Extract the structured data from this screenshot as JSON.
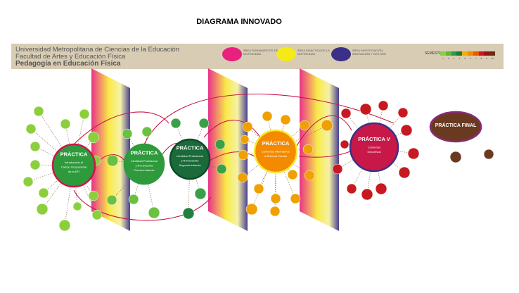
{
  "title": "DIAGRAMA INNOVADO",
  "header": {
    "line1": "Universidad Metropolitana de Ciencias de la Educación",
    "line2": "Facultad de Artes y Educación Física",
    "line3": "Pedagogía en Educación Física",
    "legend": [
      {
        "color": "#e8207e",
        "text": "ÁREA FUNDAMENTOS DE LA MOTRICIDAD"
      },
      {
        "color": "#f4ea18",
        "text": "ÁREA DIDÁCTICA DE LA MOTRICIDAD"
      },
      {
        "color": "#3a3088",
        "text": "ÁREA INVESTIGACIÓN, INNOVACIÓN Y GESTIÓN"
      }
    ],
    "semester_label": "SEMESTRE",
    "semester_colors": [
      "#8ccf3c",
      "#5cb83c",
      "#2e9a44",
      "#1a7a3a",
      "#f4b000",
      "#f08a00",
      "#e85a00",
      "#c81820",
      "#a01010",
      "#6a2a10"
    ],
    "semester_numbers": [
      "1",
      "2",
      "3",
      "4",
      "5",
      "6",
      "7",
      "8",
      "9",
      "10"
    ]
  },
  "practicas": [
    {
      "l1": "PRÁCTICA",
      "l2": "Introducción al",
      "l3": "Campo Ocupacional",
      "l4": "de la EFI"
    },
    {
      "l1": "PRÁCTICA",
      "l2": "Identidad Profesional",
      "l3": "y Rol Docente",
      "l4": "Primera infancia"
    },
    {
      "l1": "PRÁCTICA",
      "l2": "Identidad Profesional",
      "l3": "y Rol Docente",
      "l4": "Segunda infancia"
    },
    {
      "l1": "PRÁCTICA",
      "l2": "Contextos Alternativos",
      "l3": "al Sistema Escolar",
      "l4": ""
    },
    {
      "l1": "PRÁCTICA V",
      "l2": "Contextos",
      "l3": "Deportivos",
      "l4": ""
    },
    {
      "l1": "PRÁCTICA FINAL",
      "l2": "",
      "l3": "",
      "l4": ""
    }
  ]
}
